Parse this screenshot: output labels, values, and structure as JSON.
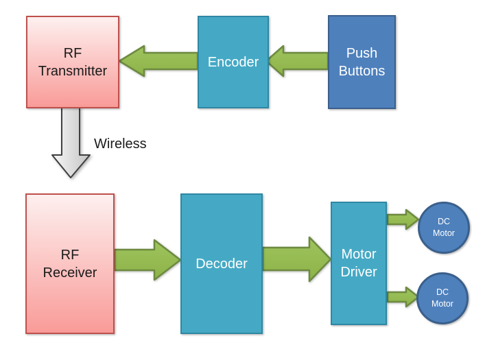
{
  "nodes": {
    "rf_transmitter": "RF\nTransmitter",
    "encoder": "Encoder",
    "push_buttons": "Push\nButtons",
    "rf_receiver": "RF\nReceiver",
    "decoder": "Decoder",
    "motor_driver": "Motor\nDriver",
    "dc_motor_top": "DC\nMotor",
    "dc_motor_bottom": "DC\nMotor"
  },
  "annotations": {
    "wireless": "Wireless"
  },
  "colors": {
    "pink_fill_top": "#FDF0EF",
    "pink_fill_bottom": "#F99B98",
    "pink_border": "#BE504D",
    "teal_fill": "#45A9C5",
    "teal_border": "#2E87A3",
    "blue_fill": "#4E80BC",
    "blue_border": "#3A5F8B",
    "green_fill_light": "#9FC45F",
    "green_fill_dark": "#8CB247",
    "green_border": "#6D8A3F",
    "gray_fill_light": "#F7F7F7",
    "gray_fill_dark": "#C4C4C4",
    "gray_border": "#3F3F3F",
    "text_dark": "#1A1A1A",
    "text_light": "#FFFFFF",
    "canvas_bg": "#FFFFFF"
  }
}
